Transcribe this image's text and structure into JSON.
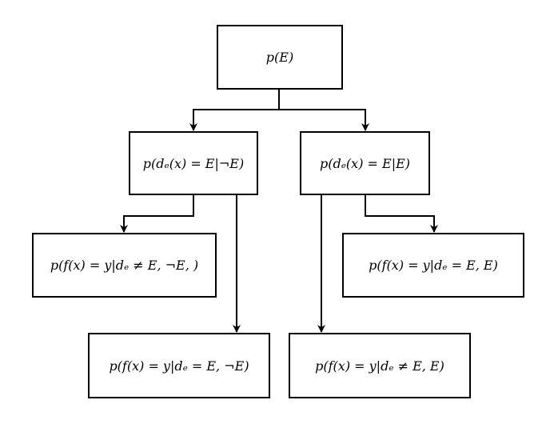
{
  "diagram": {
    "nodes": {
      "root": {
        "label": "p(E)"
      },
      "left": {
        "label": "p(dₑ(x) = E|¬E)"
      },
      "right": {
        "label": "p(dₑ(x) = E|E)"
      },
      "left_a": {
        "label": "p(f(x) = y|dₑ ≠ E, ¬E, )"
      },
      "left_b": {
        "label": "p(f(x) = y|dₑ = E, ¬E)"
      },
      "right_a": {
        "label": "p(f(x) = y|dₑ ≠ E, E)"
      },
      "right_b": {
        "label": "p(f(x) = y|dₑ = E, E)"
      }
    },
    "edges": [
      {
        "from": "root",
        "to": "left"
      },
      {
        "from": "root",
        "to": "right"
      },
      {
        "from": "left",
        "to": "left_a"
      },
      {
        "from": "left",
        "to": "left_b"
      },
      {
        "from": "right",
        "to": "right_a"
      },
      {
        "from": "right",
        "to": "right_b"
      }
    ]
  }
}
